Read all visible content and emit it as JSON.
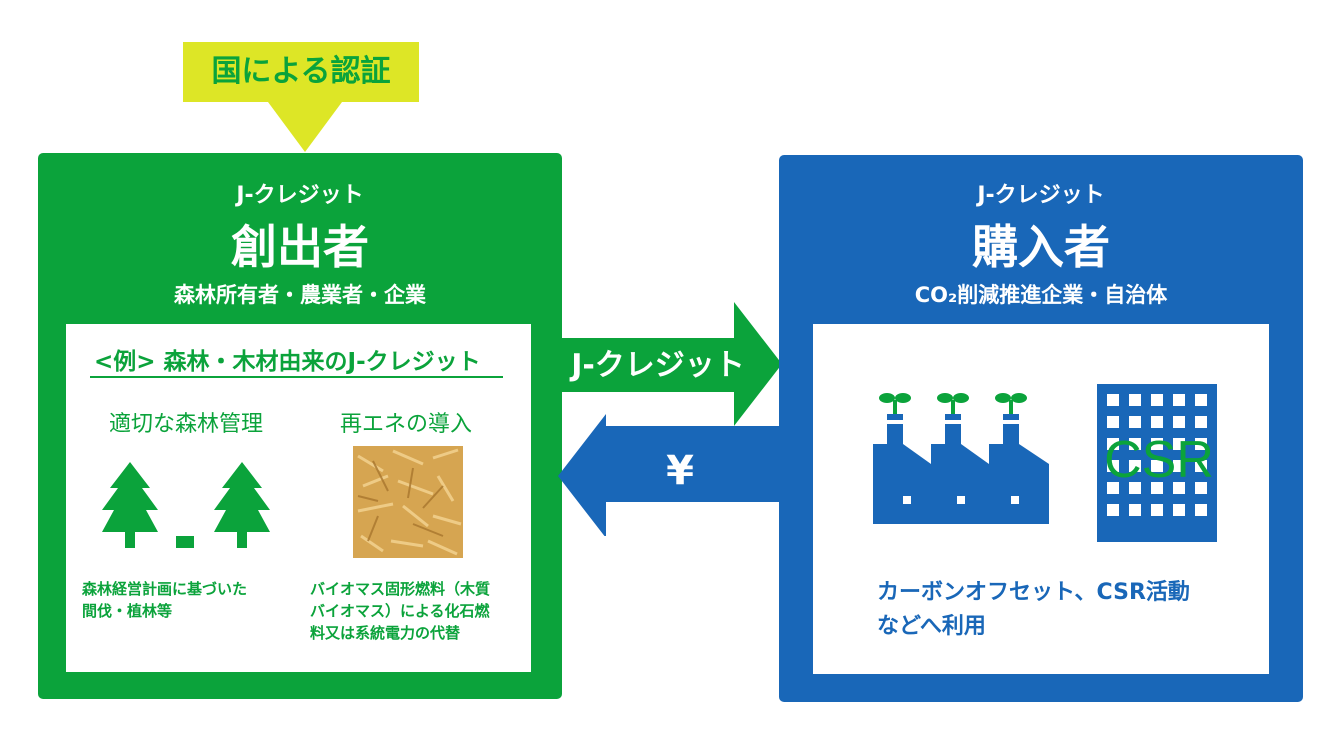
{
  "certification": {
    "label": "国による認証"
  },
  "creator": {
    "small_title": "J-クレジット",
    "title": "創出者",
    "subtitle": "森林所有者・農業者・企業",
    "example_heading": "<例> 森林・木材由来のJ-クレジット",
    "left_heading": "適切な森林管理",
    "left_caption_1": "森林経営計画に基づいた",
    "left_caption_2": "間伐・植林等",
    "right_heading": "再エネの導入",
    "right_caption_1": "バイオマス固形燃料（木質",
    "right_caption_2": "バイオマス）による化石燃",
    "right_caption_3": "料又は系統電力の代替"
  },
  "flow": {
    "credit_label": "J-クレジット",
    "yen_label": "¥"
  },
  "buyer": {
    "small_title": "J-クレジット",
    "title": "購入者",
    "subtitle": "CO₂削減推進企業・自治体",
    "csr_label": "CSR",
    "caption_1": "カーボンオフセット、CSR活動",
    "caption_2": "などへ利用"
  },
  "colors": {
    "green": "#0ba33b",
    "blue": "#1967b8",
    "yellow": "#dde626"
  }
}
